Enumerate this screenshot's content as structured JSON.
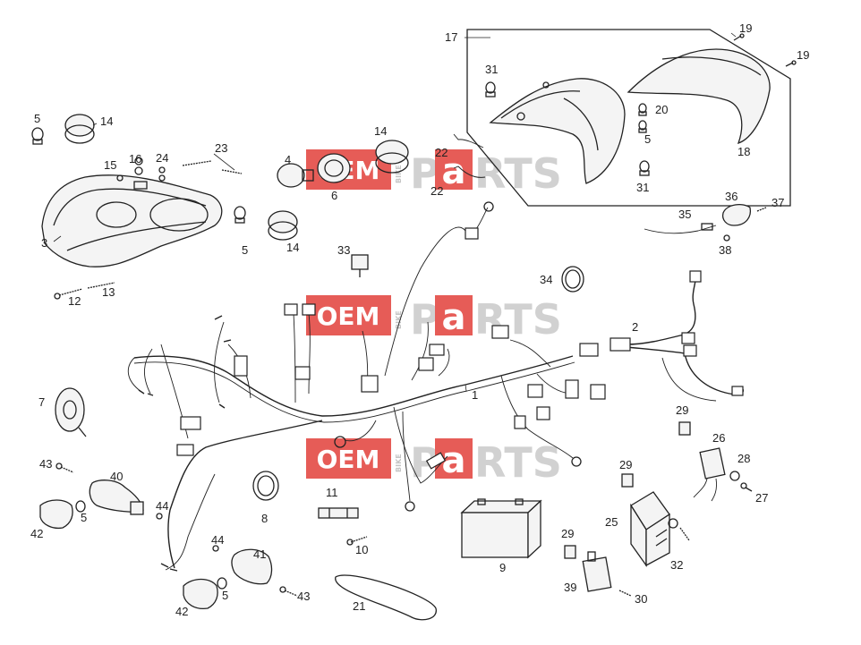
{
  "watermark": {
    "oem": "OEM",
    "bike": "BIKE",
    "parts_p": "P",
    "parts_a": "a",
    "parts_rts": "RTS",
    "red": "#e2403a",
    "grey": "#c9c9c9"
  },
  "callouts": {
    "c1": "1",
    "c2": "2",
    "c3": "3",
    "c4": "4",
    "c5a": "5",
    "c5b": "5",
    "c5c": "5",
    "c5d": "5",
    "c5e": "5",
    "c6": "6",
    "c7": "7",
    "c8": "8",
    "c9": "9",
    "c10": "10",
    "c11": "11",
    "c12": "12",
    "c13": "13",
    "c14a": "14",
    "c14b": "14",
    "c14c": "14",
    "c15": "15",
    "c16": "16",
    "c17": "17",
    "c18": "18",
    "c19a": "19",
    "c19b": "19",
    "c20": "20",
    "c21": "21",
    "c22a": "22",
    "c22b": "22",
    "c23": "23",
    "c24": "24",
    "c25": "25",
    "c26": "26",
    "c27": "27",
    "c28": "28",
    "c29a": "29",
    "c29b": "29",
    "c29c": "29",
    "c30": "30",
    "c31a": "31",
    "c31b": "31",
    "c32": "32",
    "c33": "33",
    "c34": "34",
    "c35": "35",
    "c36": "36",
    "c37": "37",
    "c38": "38",
    "c39": "39",
    "c40": "40",
    "c41": "41",
    "c42a": "42",
    "c42b": "42",
    "c43a": "43",
    "c43b": "43",
    "c44a": "44",
    "c44b": "44"
  }
}
